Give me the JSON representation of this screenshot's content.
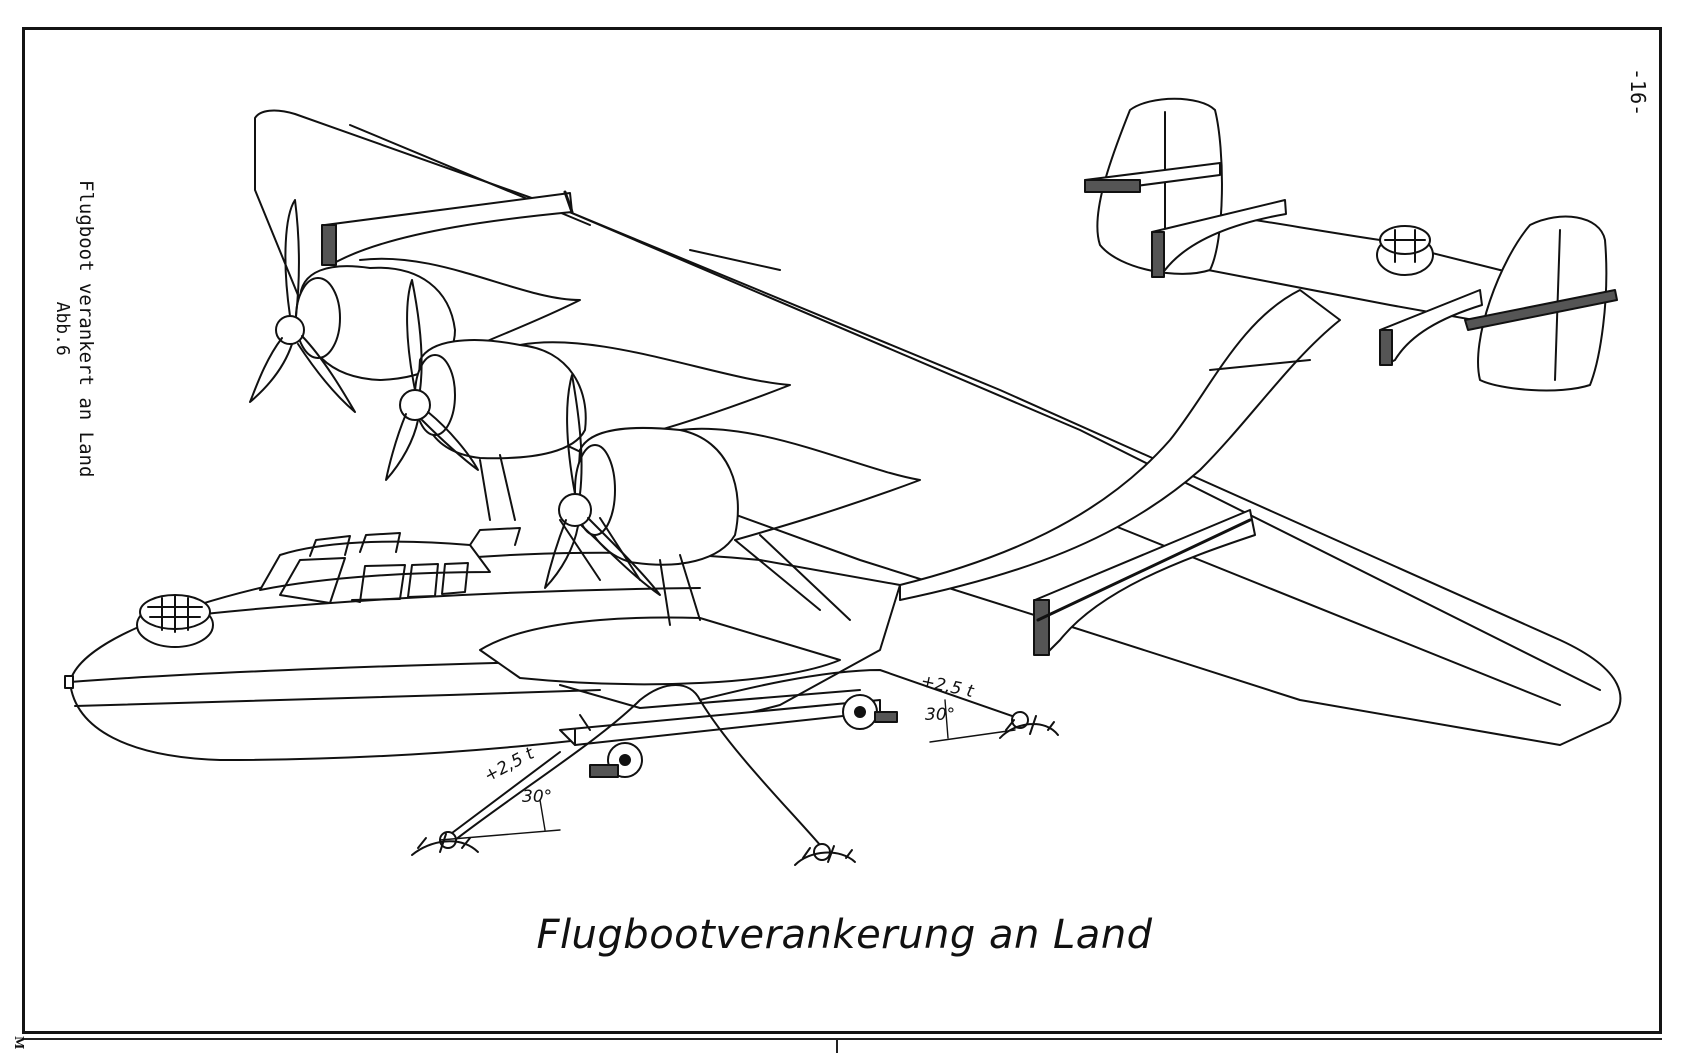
{
  "page_number": "-16-",
  "side_title": {
    "line1": "Flugboot verankert an Land",
    "line2": "Abb.6"
  },
  "caption": "Flugbootverankerung an Land",
  "corner_mark": "M",
  "annotations": {
    "load_right": "+2,5 t",
    "angle_right": "30°",
    "load_left": "+2,5 t",
    "angle_left": "30°"
  }
}
